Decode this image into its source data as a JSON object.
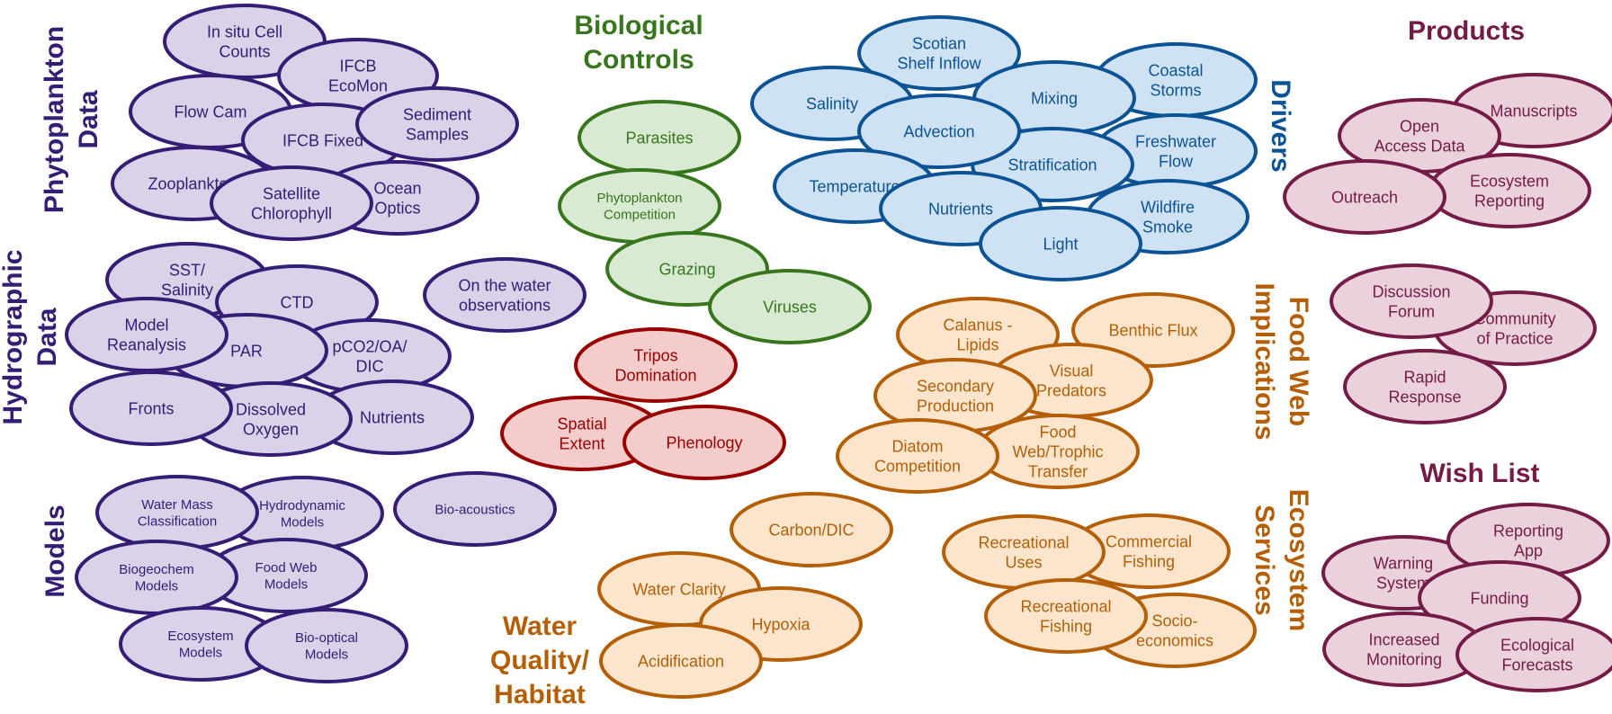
{
  "colors": {
    "purple": {
      "fill": "#d9d2e9",
      "stroke": "#351c75"
    },
    "green": {
      "fill": "#d9ead3",
      "stroke": "#38761d"
    },
    "blue": {
      "fill": "#cfe2f3",
      "stroke": "#0b5394"
    },
    "red": {
      "fill": "#f4cccc",
      "stroke": "#990000"
    },
    "orange": {
      "fill": "#fce5cd",
      "stroke": "#b45f06"
    },
    "maroon": {
      "fill": "#ead1dc",
      "stroke": "#741b47"
    }
  },
  "groups": {
    "phytoplankton_data": "Phytoplankton\nData",
    "hydrographic_data": "Hydrographic\nData",
    "models": "Models",
    "biological_controls": "Biological\nControls",
    "drivers": "Drivers",
    "products": "Products",
    "food_web_implications": "Food Web\nImplications",
    "ecosystem_services": "Ecosystem\nServices",
    "water_quality_habitat": "Water\nQuality/\nHabitat",
    "wish_list": "Wish List"
  },
  "nodes": [
    {
      "id": "in-situ-cell-counts",
      "label": "In situ Cell\nCounts",
      "color": "purple"
    },
    {
      "id": "ifcb-ecomon",
      "label": "IFCB\nEcoMon",
      "color": "purple"
    },
    {
      "id": "flow-cam",
      "label": "Flow Cam",
      "color": "purple"
    },
    {
      "id": "ifcb-fixed",
      "label": "IFCB Fixed",
      "color": "purple"
    },
    {
      "id": "sediment-samples",
      "label": "Sediment\nSamples",
      "color": "purple"
    },
    {
      "id": "zooplankton",
      "label": "Zooplankton",
      "color": "purple"
    },
    {
      "id": "ocean-optics",
      "label": "Ocean\nOptics",
      "color": "purple"
    },
    {
      "id": "satellite-chlorophyll",
      "label": "Satellite\nChlorophyll",
      "color": "purple"
    },
    {
      "id": "sst-salinity",
      "label": "SST/\nSalinity",
      "color": "purple"
    },
    {
      "id": "ctd",
      "label": "CTD",
      "color": "purple"
    },
    {
      "id": "on-the-water-observations",
      "label": "On the water\nobservations",
      "color": "purple"
    },
    {
      "id": "pco2-oa-dic",
      "label": "pCO2/OA/\nDIC",
      "color": "purple"
    },
    {
      "id": "par",
      "label": "PAR",
      "color": "purple"
    },
    {
      "id": "model-reanalysis",
      "label": "Model\nReanalysis",
      "color": "purple"
    },
    {
      "id": "nutrients-hydro",
      "label": "Nutrients",
      "color": "purple"
    },
    {
      "id": "dissolved-oxygen",
      "label": "Dissolved\nOxygen",
      "color": "purple"
    },
    {
      "id": "fronts",
      "label": "Fronts",
      "color": "purple"
    },
    {
      "id": "hydrodynamic-models",
      "label": "Hydrodynamic\nModels",
      "color": "purple",
      "small": true
    },
    {
      "id": "water-mass-classification",
      "label": "Water Mass\nClassification",
      "color": "purple",
      "small": true
    },
    {
      "id": "bio-acoustics",
      "label": "Bio-acoustics",
      "color": "purple",
      "small": true
    },
    {
      "id": "food-web-models",
      "label": "Food Web\nModels",
      "color": "purple",
      "small": true
    },
    {
      "id": "biogeochem-models",
      "label": "Biogeochem\nModels",
      "color": "purple",
      "small": true
    },
    {
      "id": "ecosystem-models",
      "label": "Ecosystem\nModels",
      "color": "purple",
      "small": true
    },
    {
      "id": "bio-optical-models",
      "label": "Bio-optical\nModels",
      "color": "purple",
      "small": true
    },
    {
      "id": "parasites",
      "label": "Parasites",
      "color": "green"
    },
    {
      "id": "phytoplankton-competition",
      "label": "Phytoplankton\nCompetition",
      "color": "green",
      "small": true
    },
    {
      "id": "grazing",
      "label": "Grazing",
      "color": "green"
    },
    {
      "id": "viruses",
      "label": "Viruses",
      "color": "green"
    },
    {
      "id": "tripos-domination",
      "label": "Tripos\nDomination",
      "color": "red"
    },
    {
      "id": "spatial-extent",
      "label": "Spatial\nExtent",
      "color": "red"
    },
    {
      "id": "phenology",
      "label": "Phenology",
      "color": "red"
    },
    {
      "id": "scotian-shelf-inflow",
      "label": "Scotian\nShelf Inflow",
      "color": "blue"
    },
    {
      "id": "coastal-storms",
      "label": "Coastal\nStorms",
      "color": "blue"
    },
    {
      "id": "salinity",
      "label": "Salinity",
      "color": "blue"
    },
    {
      "id": "mixing",
      "label": "Mixing",
      "color": "blue"
    },
    {
      "id": "freshwater-flow",
      "label": "Freshwater\nFlow",
      "color": "blue"
    },
    {
      "id": "stratification",
      "label": "Stratification",
      "color": "blue"
    },
    {
      "id": "advection",
      "label": "Advection",
      "color": "blue"
    },
    {
      "id": "temperature",
      "label": "Temperature",
      "color": "blue"
    },
    {
      "id": "nutrients-drivers",
      "label": "Nutrients",
      "color": "blue"
    },
    {
      "id": "wildfire-smoke",
      "label": "Wildfire\nSmoke",
      "color": "blue"
    },
    {
      "id": "light",
      "label": "Light",
      "color": "blue"
    },
    {
      "id": "calanus-lipids",
      "label": "Calanus -\nLipids",
      "color": "orange"
    },
    {
      "id": "benthic-flux",
      "label": "Benthic Flux",
      "color": "orange"
    },
    {
      "id": "visual-predators",
      "label": "Visual\nPredators",
      "color": "orange"
    },
    {
      "id": "secondary-production",
      "label": "Secondary\nProduction",
      "color": "orange"
    },
    {
      "id": "food-web-trophic-transfer",
      "label": "Food\nWeb/Trophic\nTransfer",
      "color": "orange"
    },
    {
      "id": "diatom-competition",
      "label": "Diatom\nCompetition",
      "color": "orange"
    },
    {
      "id": "carbon-dic",
      "label": "Carbon/DIC",
      "color": "orange"
    },
    {
      "id": "water-clarity",
      "label": "Water Clarity",
      "color": "orange"
    },
    {
      "id": "hypoxia",
      "label": "Hypoxia",
      "color": "orange"
    },
    {
      "id": "acidification",
      "label": "Acidification",
      "color": "orange"
    },
    {
      "id": "commercial-fishing",
      "label": "Commercial\nFishing",
      "color": "orange"
    },
    {
      "id": "recreational-uses",
      "label": "Recreational\nUses",
      "color": "orange"
    },
    {
      "id": "socio-economics",
      "label": "Socio-\neconomics",
      "color": "orange"
    },
    {
      "id": "recreational-fishing",
      "label": "Recreational\nFishing",
      "color": "orange"
    },
    {
      "id": "manuscripts",
      "label": "Manuscripts",
      "color": "maroon"
    },
    {
      "id": "open-access-data",
      "label": "Open\nAccess Data",
      "color": "maroon"
    },
    {
      "id": "ecosystem-reporting",
      "label": "Ecosystem\nReporting",
      "color": "maroon"
    },
    {
      "id": "outreach",
      "label": "Outreach",
      "color": "maroon"
    },
    {
      "id": "community-of-practice",
      "label": "Community\nof Practice",
      "color": "maroon"
    },
    {
      "id": "discussion-forum",
      "label": "Discussion\nForum",
      "color": "maroon"
    },
    {
      "id": "rapid-response",
      "label": "Rapid\nResponse",
      "color": "maroon"
    },
    {
      "id": "warning-system",
      "label": "Warning\nSystem",
      "color": "maroon"
    },
    {
      "id": "reporting-app",
      "label": "Reporting\nApp",
      "color": "maroon"
    },
    {
      "id": "funding",
      "label": "Funding",
      "color": "maroon"
    },
    {
      "id": "increased-monitoring",
      "label": "Increased\nMonitoring",
      "color": "maroon"
    },
    {
      "id": "ecological-forecasts",
      "label": "Ecological\nForecasts",
      "color": "maroon"
    }
  ]
}
